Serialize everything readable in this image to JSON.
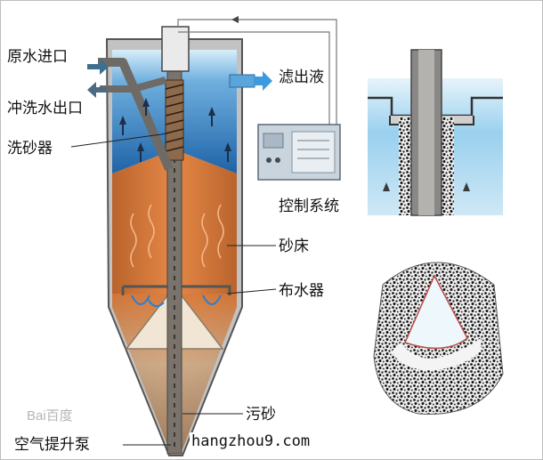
{
  "labels": {
    "raw_water_inlet": "原水进口",
    "wash_water_outlet": "冲洗水出口",
    "sand_washer": "洗砂器",
    "filtrate": "滤出液",
    "control_system": "控制系统",
    "sand_bed": "砂床",
    "water_distributor": "布水器",
    "dirty_sand": "污砂",
    "air_lift_pump": "空气提升泵"
  },
  "watermark": {
    "url": "hangzhou9.com",
    "logo_text": "Bai百度"
  },
  "colors": {
    "water_top": "#c9e5f4",
    "water_blue": "#2e78bd",
    "sand_orange": "#d8783a",
    "cone_shell": "#b9b3a8",
    "pipe": "#6e6a65",
    "arrow_blue": "#2e7fcf",
    "speckle_dark": "#1a1a1a"
  }
}
